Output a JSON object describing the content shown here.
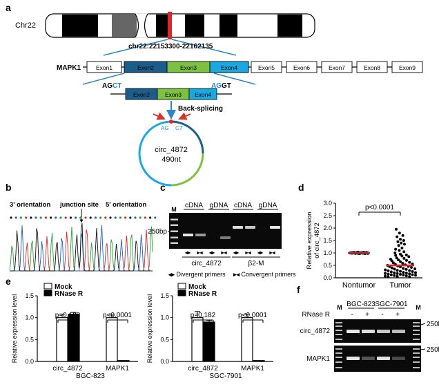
{
  "panel_a": {
    "letter": "a",
    "chromosome": "Chr22",
    "coordinates": "chr22:22153300-22162135",
    "gene": "MAPK1",
    "exons": [
      "Exon1",
      "Exon2",
      "Exon3",
      "Exon4",
      "Exon5",
      "Exon6",
      "Exon7",
      "Exon8",
      "Exon9"
    ],
    "splice_left_black": "AG",
    "splice_left_blue": "CT",
    "splice_right_blue": "AG",
    "splice_right_black": "GT",
    "back_splicing": "Back-splicing",
    "junction_left": "AG",
    "junction_right": "CT",
    "circ_name": "circ_4872",
    "circ_length": "490nt",
    "colors": {
      "exon2": "#1b5e8c",
      "exon3": "#7cc142",
      "exon4": "#1aa8e0",
      "band_red": "#e0262c",
      "line_blue": "#2b86c8",
      "arrow_red": "#d9342b"
    }
  },
  "panel_b": {
    "letter": "b",
    "left_label": "3' orientation",
    "center_label": "junction site",
    "right_label": "5' orientation"
  },
  "panel_c": {
    "letter": "c",
    "marker": "M",
    "marker_size": "250bp",
    "lane_groups": [
      "cDNA",
      "gDNA",
      "cDNA",
      "gDNA"
    ],
    "targets": [
      "circ_4872",
      "β2-M"
    ],
    "legend_divergent": "Divergent primers",
    "legend_convergent": "Convergent primers"
  },
  "panel_d": {
    "letter": "d",
    "chart_data": {
      "type": "scatter",
      "categories": [
        "Nontumor",
        "Tumor"
      ],
      "ylabel": "Relative expression of circ_4872",
      "ylim": [
        0,
        3.0
      ],
      "yticks": [
        "0.0",
        "0.5",
        "1.0",
        "1.5",
        "2.0",
        "2.5",
        "3.0"
      ],
      "p_value": "p<0.0001",
      "nontumor_mean": 1.0,
      "tumor_mean": 0.5,
      "nontumor_values": [
        1.0,
        0.99,
        1.01,
        1.02,
        0.98,
        1.0,
        1.03,
        0.97,
        1.0,
        1.01,
        0.99,
        1.0,
        1.02,
        0.98,
        1.0,
        1.01,
        0.99,
        1.0,
        1.0,
        1.02,
        0.98,
        1.0,
        1.01,
        0.99,
        1.03,
        0.97,
        1.0,
        1.0
      ],
      "tumor_values": [
        1.95,
        1.8,
        1.7,
        1.65,
        1.55,
        1.5,
        1.45,
        1.4,
        1.35,
        1.3,
        1.2,
        1.15,
        1.1,
        1.05,
        1.0,
        0.95,
        0.92,
        0.9,
        0.88,
        0.85,
        0.8,
        0.78,
        0.75,
        0.72,
        0.7,
        0.68,
        0.65,
        0.62,
        0.6,
        0.58,
        0.56,
        0.54,
        0.52,
        0.5,
        0.48,
        0.46,
        0.45,
        0.44,
        0.42,
        0.4,
        0.38,
        0.36,
        0.35,
        0.34,
        0.32,
        0.3,
        0.29,
        0.28,
        0.26,
        0.25,
        0.24,
        0.22,
        0.21,
        0.2,
        0.19,
        0.18,
        0.17,
        0.16,
        0.15,
        0.14,
        0.13,
        0.12,
        0.11,
        0.1,
        0.09,
        0.08,
        0.07,
        0.06,
        0.05,
        0.04
      ]
    }
  },
  "panel_e": {
    "letter": "e",
    "legend_mock": "Mock",
    "legend_rnase": "RNase R",
    "ylabel": "Relative expression level",
    "yticks": [
      "0.0",
      "0.5",
      "1.0",
      "1.5"
    ],
    "chart_data": [
      {
        "type": "bar",
        "title": "BGC-823",
        "categories": [
          "circ_4872",
          "MAPK1"
        ],
        "series": [
          {
            "name": "Mock",
            "values": [
              1.0,
              1.0
            ]
          },
          {
            "name": "RNase R",
            "values": [
              1.08,
              0.02
            ]
          }
        ],
        "errors": [
          [
            0.08,
            0.06
          ],
          [
            0.04,
            0.0
          ]
        ],
        "p_values": [
          "p=0.188",
          "p<0.0001"
        ],
        "ylim": [
          0,
          1.5
        ]
      },
      {
        "type": "bar",
        "title": "SGC-7901",
        "categories": [
          "circ_4872",
          "MAPK1"
        ],
        "series": [
          {
            "name": "Mock",
            "values": [
              1.0,
              1.0
            ]
          },
          {
            "name": "RNase R",
            "values": [
              0.9,
              0.02
            ]
          }
        ],
        "errors": [
          [
            0.14,
            0.08
          ],
          [
            0.04,
            0.0
          ]
        ],
        "p_values": [
          "p=0.182",
          "p<0.0001"
        ],
        "ylim": [
          0,
          1.5
        ]
      }
    ]
  },
  "panel_f": {
    "letter": "f",
    "marker": "M",
    "cell_lines": [
      "BGC-823",
      "SGC-7901"
    ],
    "rnase_label": "RNase R",
    "signs": [
      "-",
      "+",
      "-",
      "+"
    ],
    "rows": [
      "circ_4872",
      "MAPK1"
    ],
    "size_label": "250bp"
  }
}
